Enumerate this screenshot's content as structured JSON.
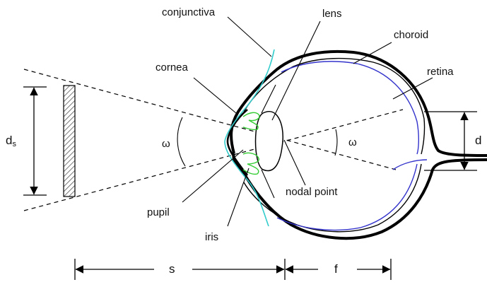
{
  "labels": {
    "conjunctiva": "conjunctiva",
    "lens": "lens",
    "choroid": "choroid",
    "cornea": "cornea",
    "retina": "retina",
    "omega_left": "ω",
    "omega_right": "ω",
    "ds_main": "d",
    "ds_sub": "s",
    "d": "d",
    "nodal_point": "nodal point",
    "pupil": "pupil",
    "iris": "iris",
    "s": "s",
    "f": "f"
  },
  "colors": {
    "outline": "#000000",
    "conjunctiva": "#33cccc",
    "retina": "#3333cc",
    "iris": "#33cc33",
    "hatch": "#555555"
  }
}
